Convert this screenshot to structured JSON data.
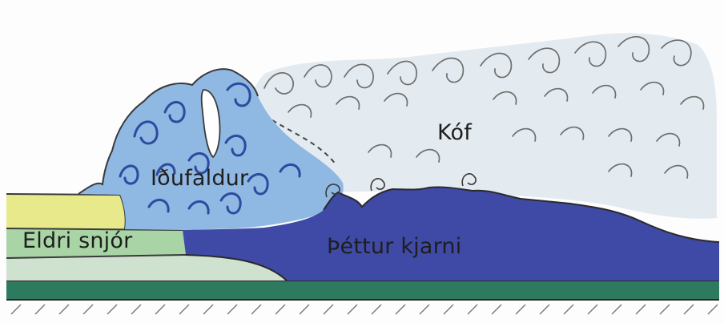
{
  "diagram": {
    "labels": {
      "powder_cloud": "Kóf",
      "turbulent_front": "Iðufaldur",
      "older_snow": "Eldri snjór",
      "dense_core": "Þéttur kjarni"
    },
    "colors": {
      "powder_cloud": "#e4ebf0",
      "powder_swirl": "#6f6f6f",
      "turbulent_front": "#8fb8e2",
      "turbulent_swirl": "#2d4aa0",
      "dense_core": "#3f4aa6",
      "older_snow_top": "#e8e98a",
      "older_snow_middle": "#a8d4a6",
      "older_snow_base": "#cfe2cf",
      "ground_band": "#2e7a5e",
      "ground_hatch": "#777777",
      "outline": "#3a3a3a"
    }
  }
}
